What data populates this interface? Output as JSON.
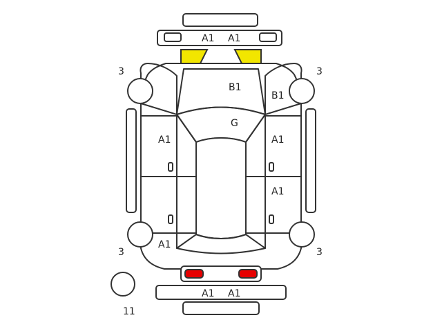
{
  "colors": {
    "outline": "#333333",
    "front_lights": "#f2e600",
    "rear_lights": "#e60000"
  },
  "labels": {
    "front_bumper_left": "A1",
    "front_bumper_right": "A1",
    "hood": "B1",
    "front_right_fender": "B1",
    "roof": "G",
    "left_front_door": "A1",
    "right_front_door": "A1",
    "right_rear_door": "A1",
    "left_rear_quarter": "A1",
    "rear_bumper_left": "A1",
    "rear_bumper_right": "A1",
    "wheel_front_left": "3",
    "wheel_front_right": "3",
    "wheel_rear_left": "3",
    "wheel_rear_right": "3",
    "spare_tire": "11"
  }
}
